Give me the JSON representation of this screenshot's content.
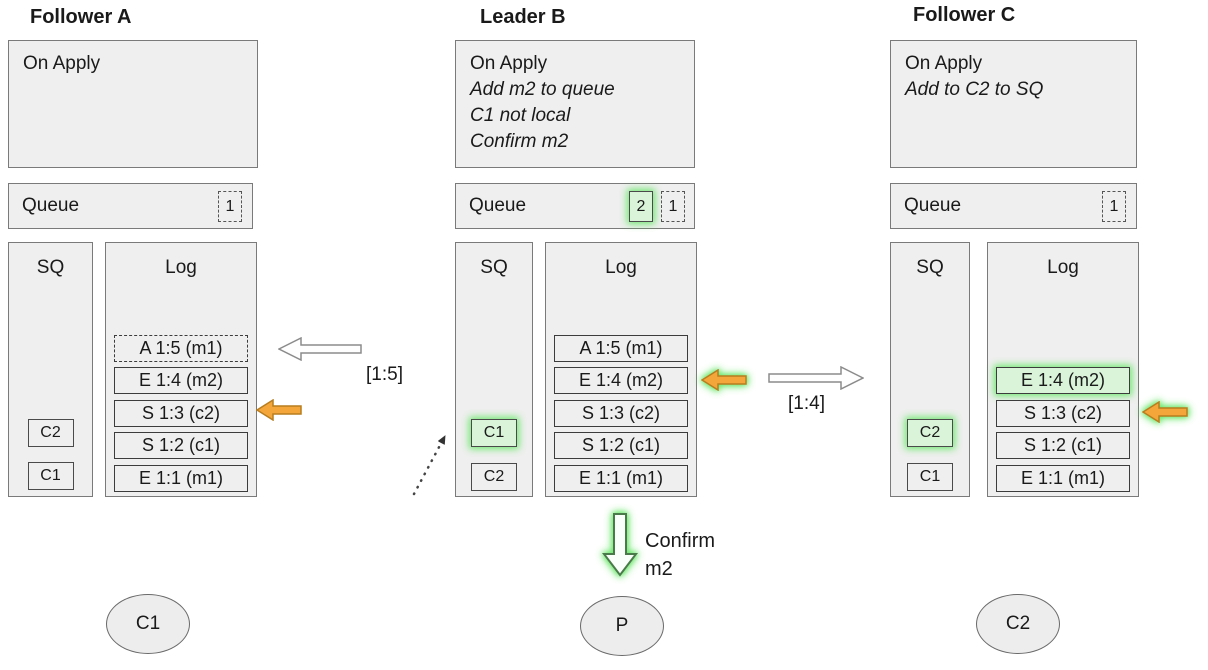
{
  "diagram": {
    "colors": {
      "box_fill": "#efefef",
      "box_border": "#7a7a7a",
      "highlight_fill": "#d9f4d9",
      "highlight_glow": "#66e866",
      "orange_arrow": "#f4a63a",
      "white_arrow": "#ffffff"
    },
    "nodes": {
      "a": {
        "title": "Follower A",
        "on_apply": {
          "title": "On Apply",
          "notes": []
        },
        "queue": {
          "label": "Queue",
          "items": [
            {
              "value": "1",
              "style": "dashed"
            }
          ]
        },
        "sq": {
          "label": "SQ",
          "items": [
            {
              "value": "C2"
            },
            {
              "value": "C1"
            }
          ]
        },
        "log": {
          "label": "Log",
          "entries": [
            {
              "text": "A 1:5 (m1)",
              "style": "dashed"
            },
            {
              "text": "E 1:4 (m2)",
              "style": "solid"
            },
            {
              "text": "S 1:3 (c2)",
              "style": "solid"
            },
            {
              "text": "S 1:2 (c1)",
              "style": "solid"
            },
            {
              "text": "E 1:1 (m1)",
              "style": "solid"
            }
          ]
        },
        "client": {
          "label": "C1"
        }
      },
      "b": {
        "title": "Leader B",
        "on_apply": {
          "title": "On Apply",
          "notes": [
            "Add m2 to queue",
            "C1 not local",
            "Confirm m2"
          ]
        },
        "queue": {
          "label": "Queue",
          "items": [
            {
              "value": "2",
              "style": "highlight"
            },
            {
              "value": "1",
              "style": "dashed"
            }
          ]
        },
        "sq": {
          "label": "SQ",
          "items": [
            {
              "value": "C1",
              "highlight": true
            },
            {
              "value": "C2"
            }
          ]
        },
        "log": {
          "label": "Log",
          "entries": [
            {
              "text": "A 1:5 (m1)",
              "style": "solid"
            },
            {
              "text": "E 1:4 (m2)",
              "style": "solid"
            },
            {
              "text": "S 1:3 (c2)",
              "style": "solid"
            },
            {
              "text": "S 1:2 (c1)",
              "style": "solid"
            },
            {
              "text": "E 1:1 (m1)",
              "style": "solid"
            }
          ]
        },
        "client": {
          "label": "P"
        }
      },
      "c": {
        "title": "Follower C",
        "on_apply": {
          "title": "On Apply",
          "notes": [
            "Add to C2 to SQ"
          ]
        },
        "queue": {
          "label": "Queue",
          "items": [
            {
              "value": "1",
              "style": "dashed"
            }
          ]
        },
        "sq": {
          "label": "SQ",
          "items": [
            {
              "value": "C2",
              "highlight": true
            },
            {
              "value": "C1"
            }
          ]
        },
        "log": {
          "label": "Log",
          "entries": [
            {
              "text": "E 1:4 (m2)",
              "style": "highlight"
            },
            {
              "text": "S 1:3 (c2)",
              "style": "solid"
            },
            {
              "text": "S 1:2 (c1)",
              "style": "solid"
            },
            {
              "text": "E 1:1 (m1)",
              "style": "solid"
            }
          ]
        },
        "client": {
          "label": "C2"
        }
      }
    },
    "arrows": {
      "replicate_to_a": {
        "label": "[1:5]"
      },
      "replicate_to_c": {
        "label": "[1:4]"
      },
      "confirm": {
        "line1": "Confirm",
        "line2": "m2"
      }
    }
  }
}
